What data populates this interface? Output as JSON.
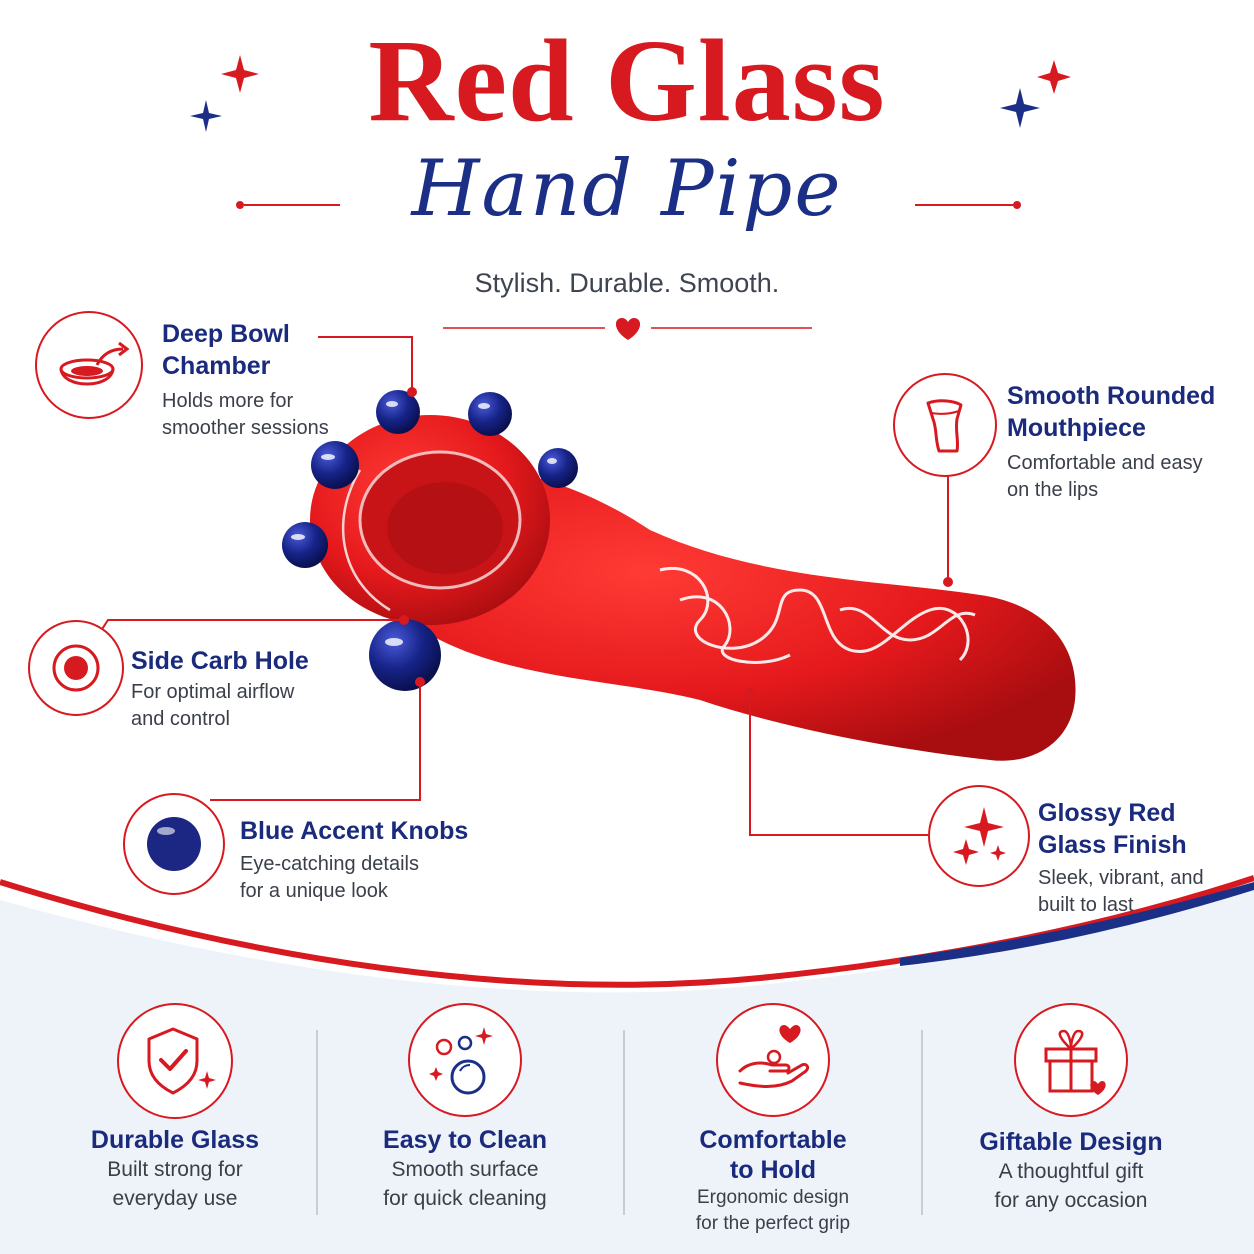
{
  "header": {
    "title": "Red Glass",
    "subtitle": "Hand Pipe",
    "tagline": "Stylish. Durable. Smooth."
  },
  "features": {
    "bowl": {
      "icon": "bowl-icon",
      "title_lines": [
        "Deep Bowl",
        "Chamber"
      ],
      "desc_lines": [
        "Holds more for",
        "smoother sessions"
      ]
    },
    "carb": {
      "icon": "target-icon",
      "title_lines": [
        "Side Carb Hole"
      ],
      "desc_lines": [
        "For optimal airflow",
        "and control"
      ]
    },
    "knobs": {
      "icon": "blue-knob-icon",
      "title_lines": [
        "Blue Accent Knobs"
      ],
      "desc_lines": [
        "Eye-catching details",
        "for a unique look"
      ]
    },
    "mouth": {
      "icon": "mouthpiece-icon",
      "title_lines": [
        "Smooth Rounded",
        "Mouthpiece"
      ],
      "desc_lines": [
        "Comfortable and easy",
        "on the lips"
      ]
    },
    "finish": {
      "icon": "sparkle-icon",
      "title_lines": [
        "Glossy Red",
        "Glass Finish"
      ],
      "desc_lines": [
        "Sleek, vibrant, and",
        "built to last"
      ]
    }
  },
  "benefits": [
    {
      "icon": "shield-check-icon",
      "title_lines": [
        "Durable Glass"
      ],
      "desc_lines": [
        "Built strong for",
        "everyday use"
      ]
    },
    {
      "icon": "bubbles-icon",
      "title_lines": [
        "Easy to Clean"
      ],
      "desc_lines": [
        "Smooth surface",
        "for quick cleaning"
      ]
    },
    {
      "icon": "hand-heart-icon",
      "title_lines": [
        "Comfortable",
        "to Hold"
      ],
      "desc_lines": [
        "Ergonomic design",
        "for the perfect grip"
      ]
    },
    {
      "icon": "gift-icon",
      "title_lines": [
        "Giftable Design"
      ],
      "desc_lines": [
        "A thoughtful gift",
        "for any occasion"
      ]
    }
  ],
  "colors": {
    "red": "#d71920",
    "navy": "#1a2a7c",
    "panel": "#eef2f9"
  }
}
